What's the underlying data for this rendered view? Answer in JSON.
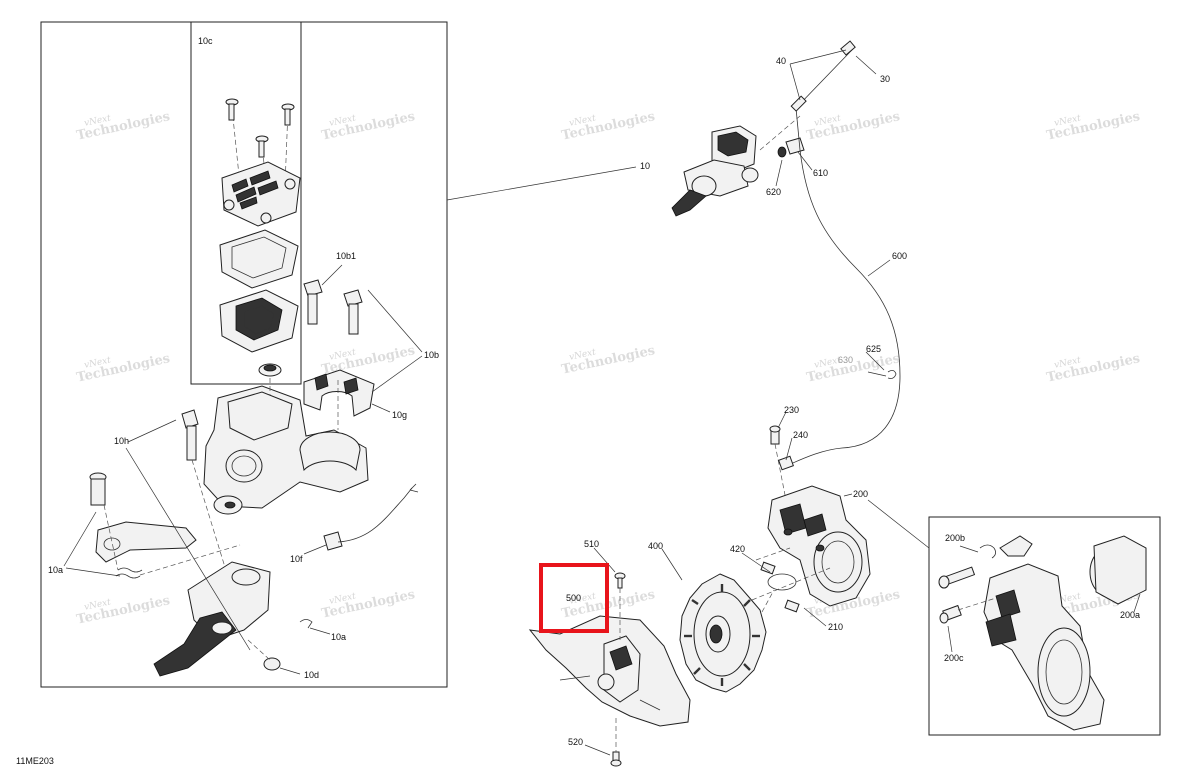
{
  "diagram": {
    "labels": {
      "l10c": "10c",
      "l10b1": "10b1",
      "l10b": "10b",
      "l10g": "10g",
      "l10h": "10h",
      "l10f": "10f",
      "l10a_left": "10a",
      "l10a_right": "10a",
      "l10d": "10d",
      "l10": "10",
      "l30": "30",
      "l40": "40",
      "l610": "610",
      "l620": "620",
      "l600": "600",
      "l625": "625",
      "l630": "630",
      "l230": "230",
      "l240": "240",
      "l200": "200",
      "l200b": "200b",
      "l200a": "200a",
      "l200c": "200c",
      "l420": "420",
      "l400": "400",
      "l510": "510",
      "l500": "500",
      "l520": "520",
      "l210": "210"
    },
    "watermark": {
      "line1": "vNext",
      "line2": "Technologies"
    },
    "figure_code": "11ME203",
    "highlight_color": "#e8141b"
  }
}
